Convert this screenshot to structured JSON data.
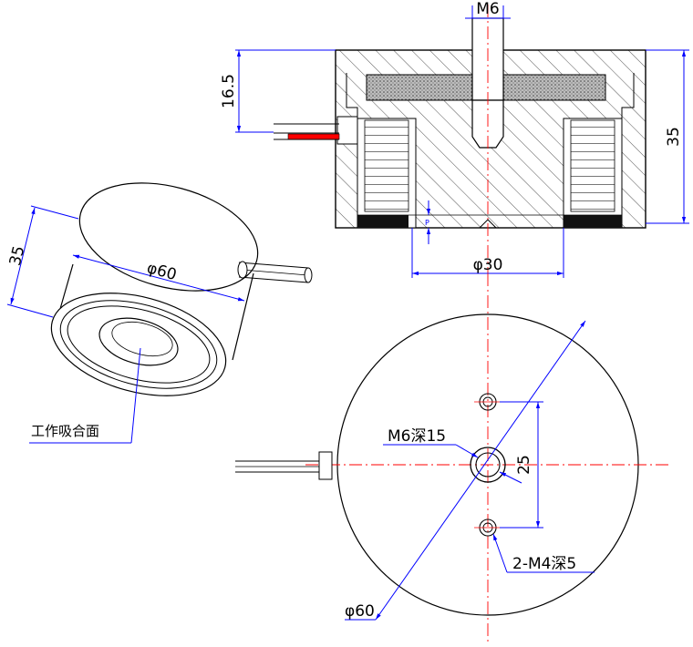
{
  "drawing": {
    "section_view": {
      "thread_label": "M6",
      "depth_label": "16.5",
      "height_label": "35",
      "bore_label": "φ30",
      "gap_label": "P"
    },
    "iso_view": {
      "height_label": "35",
      "diameter_label": "φ60",
      "face_label": "工作吸合面"
    },
    "plan_view": {
      "center_hole_label": "M6深15",
      "side_hole_label": "2-M4深5",
      "spacing_label": "25",
      "diameter_label": "φ60"
    },
    "colors": {
      "dimension": "#0000ff",
      "centerline": "#ff0000",
      "outline": "#000000",
      "lead_wire": "#ff0000"
    }
  }
}
